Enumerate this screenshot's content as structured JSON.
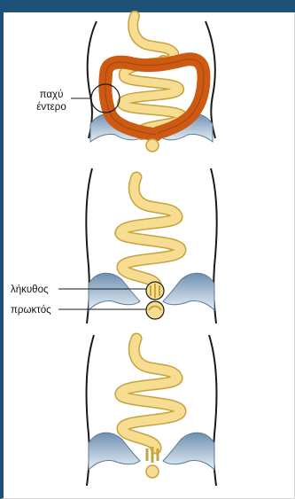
{
  "colors": {
    "header": "#1e5177",
    "small_intestine_fill": "#f6dd92",
    "small_intestine_stroke": "#c8a23a",
    "colon": "#cc5a12",
    "colon_dark": "#a8440a",
    "pelvis_fill": "#b9cfe2",
    "pelvis_dark": "#6e8fb0",
    "outline": "#1a1a1a"
  },
  "labels": {
    "large_intestine_1": "παχύ",
    "large_intestine_2": "έντερο",
    "ileostomy": "λήκυθος",
    "rectum": "πρωκτός"
  }
}
